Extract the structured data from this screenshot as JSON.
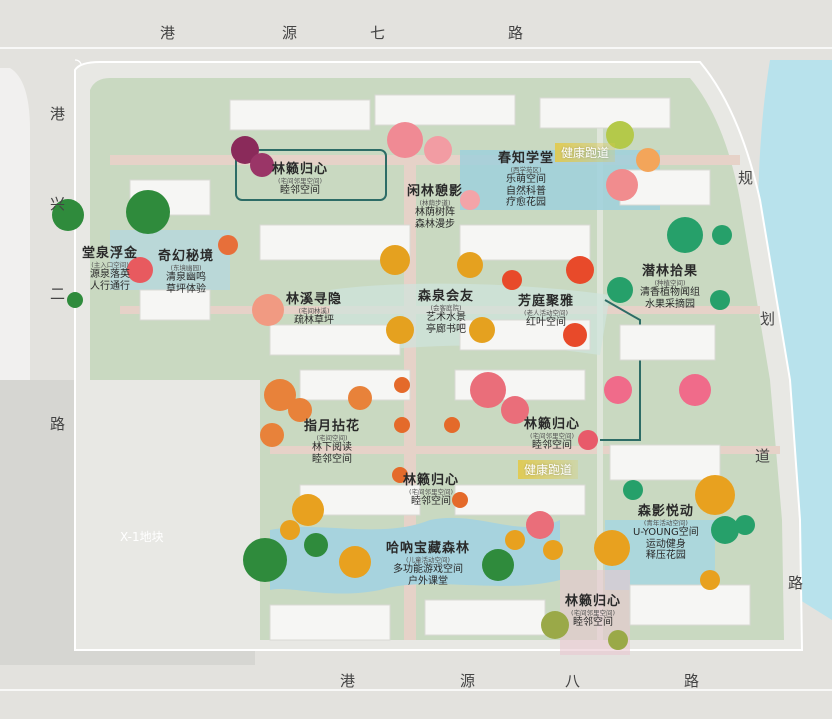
{
  "roads": {
    "top": [
      "港",
      "源",
      "七",
      "路"
    ],
    "left": [
      "港",
      "兴",
      "二",
      "路"
    ],
    "right": [
      "规",
      "划",
      "道",
      "路"
    ],
    "bottom": [
      "港",
      "源",
      "八",
      "路"
    ]
  },
  "plot_label": "X-1地块",
  "jogging": [
    "健康跑道",
    "健康跑道"
  ],
  "zones": [
    {
      "title": "林籁归心",
      "sub": "(宅间邻里空间)",
      "desc": [
        "睦邻空间"
      ]
    },
    {
      "title": "闲林憩影",
      "sub": "(林荫步道)",
      "desc": [
        "林荫树阵",
        "森林漫步"
      ]
    },
    {
      "title": "春知学堂",
      "sub": "(西学苑区)",
      "desc": [
        "乐萌空间",
        "自然科普",
        "疗愈花园"
      ]
    },
    {
      "title": "堂泉浮金",
      "sub": "(主入口空间)",
      "desc": [
        "源泉落英",
        "人行通行"
      ]
    },
    {
      "title": "奇幻秘境",
      "sub": "(东境幽园)",
      "desc": [
        "清泉幽鸣",
        "草坪体验"
      ]
    },
    {
      "title": "林溪寻隐",
      "sub": "(宅间林溪)",
      "desc": [
        "疏林草坪"
      ]
    },
    {
      "title": "森泉会友",
      "sub": "(会客庭院)",
      "desc": [
        "艺术水景",
        "亭廊书吧"
      ]
    },
    {
      "title": "芳庭聚雅",
      "sub": "(老人活动空间)",
      "desc": [
        "红叶空间"
      ]
    },
    {
      "title": "潜林拾果",
      "sub": "(种植空间)",
      "desc": [
        "清香植物闻组",
        "水果采摘园"
      ]
    },
    {
      "title": "指月拈花",
      "sub": "(宅间空间)",
      "desc": [
        "林下阅读",
        "睦邻空间"
      ]
    },
    {
      "title": "林籁归心",
      "sub": "(宅间邻里空间)",
      "desc": [
        "睦邻空间"
      ]
    },
    {
      "title": "林籁归心",
      "sub": "(宅间邻里空间)",
      "desc": [
        "睦邻空间"
      ]
    },
    {
      "title": "哈吶宝藏森林",
      "sub": "(儿童活动空间)",
      "desc": [
        "多功能游戏空间",
        "户外课堂"
      ]
    },
    {
      "title": "森影悦动",
      "sub": "(青年活动空间)",
      "desc": [
        "U-YOUNG空间",
        "运动健身",
        "释压花园"
      ]
    },
    {
      "title": "林籁归心",
      "sub": "(宅间邻里空间)",
      "desc": [
        "睦邻空间"
      ]
    }
  ],
  "colors": {
    "road": "#e2e1de",
    "site": "#cfdcc4",
    "building": "#f4f4f2",
    "water": "#a9d6df",
    "path": "#e9d6cf",
    "river": "#b9e3ec"
  }
}
